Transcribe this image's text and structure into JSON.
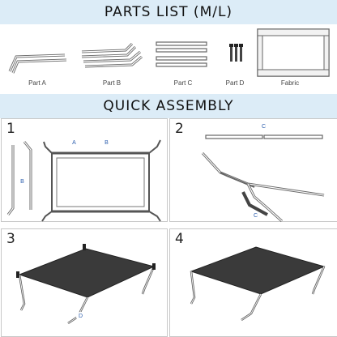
{
  "headings": {
    "parts_list": "PARTS LIST (M/L)",
    "quick_assembly": "QUICK  ASSEMBLY"
  },
  "parts": [
    {
      "label": "Part A"
    },
    {
      "label": "Part B"
    },
    {
      "label": "Part C"
    },
    {
      "label": "Part D"
    },
    {
      "label": "Fabric"
    }
  ],
  "steps": [
    {
      "number": "1",
      "callouts": [
        "A",
        "B",
        "B"
      ]
    },
    {
      "number": "2",
      "callouts": [
        "C",
        "C"
      ]
    },
    {
      "number": "3",
      "callouts": [
        "D"
      ]
    },
    {
      "number": "4",
      "callouts": []
    }
  ],
  "colors": {
    "banner": "#dcecf7",
    "callout_text": "#2b5dad",
    "fabric": "#3a3a3a",
    "frame": "#555555"
  }
}
